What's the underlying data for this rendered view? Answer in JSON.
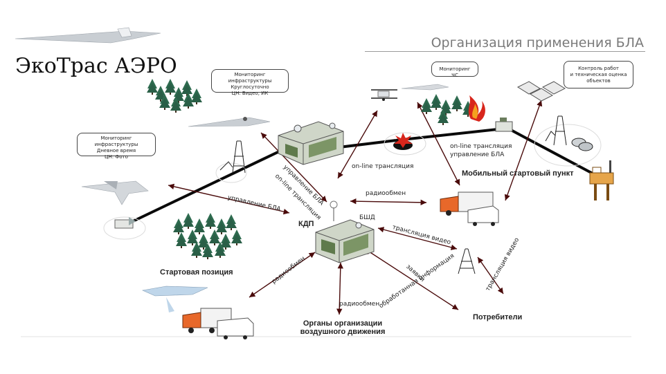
{
  "brand": "ЭкоТрас АЭРО",
  "slide_title": "Организация применения БЛА",
  "bubbles": {
    "day": [
      "Мониторинг инфраструктуры",
      "Дневное время",
      "ЦН: Фото"
    ],
    "night": [
      "Мониторинг инфраструктуры",
      "Круглосуточно",
      "ЦН: Видео, ИК"
    ],
    "emergency": [
      "Мониторинг ЧС"
    ],
    "control": [
      "Контроль работ",
      "и техническая оценка",
      "объектов"
    ]
  },
  "labels": {
    "online_top": "on-line трансляция",
    "online_right_1": "on-line трансляция",
    "online_right_2": "управление БЛА",
    "mobile_point": "Мобильный стартовый пункт",
    "radio_top": "радиообмен",
    "control_left": "управление БЛА",
    "control_diag": "управление БЛА",
    "online_diag": "on-line трансляция",
    "kdp": "КДП",
    "bshd": "БШД",
    "video_stream": "трансляция видео",
    "video_stream_2": "трансляция видео",
    "start_position": "Стартовая позиция",
    "radio_left": "радиообмен",
    "radio_bottom": "радиообмен",
    "requests": "заявки",
    "processed_info": "обработанная информация",
    "atc_line1": "Органы организации",
    "atc_line2": "воздушного движения",
    "consumers": "Потребители"
  },
  "colors": {
    "arrow": "#4a0b0b",
    "link_line": "#0a0a0a",
    "title": "#7a7a7a",
    "forest": "#2e6b4f",
    "truck_cab": "#e8682a",
    "fire": "#d8261c"
  }
}
